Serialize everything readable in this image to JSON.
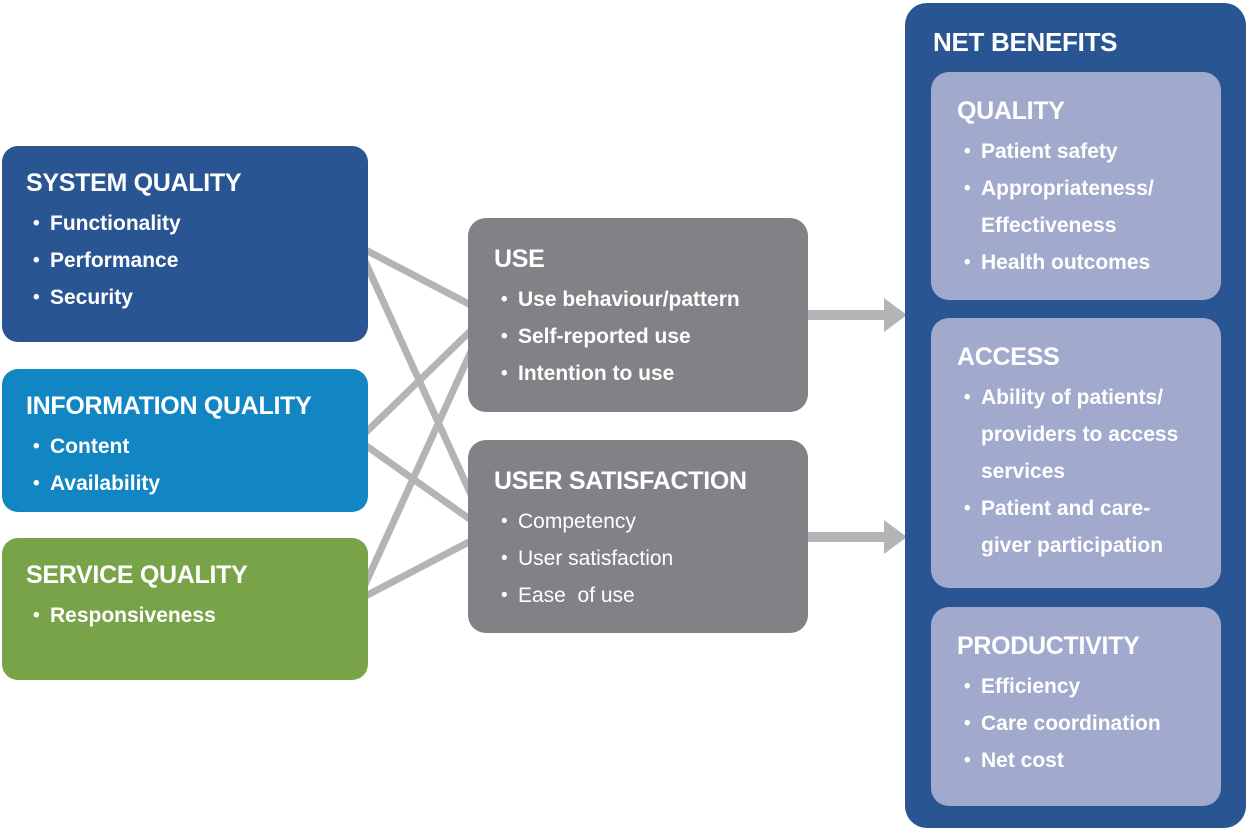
{
  "colors": {
    "dark_blue": "#2a5593",
    "light_blue": "#1186c3",
    "green": "#79a348",
    "box_gray": "#818285",
    "lavender": "#a1aacd",
    "connector_gray": "#b3b4b6",
    "text": "#ffffff",
    "background": "#ffffff"
  },
  "left_boxes": [
    {
      "title": "SYSTEM QUALITY",
      "items": [
        "Functionality",
        "Performance",
        "Security"
      ]
    },
    {
      "title": "INFORMATION QUALITY",
      "items": [
        "Content",
        "Availability"
      ]
    },
    {
      "title": "SERVICE QUALITY",
      "items": [
        "Responsiveness"
      ]
    }
  ],
  "middle_boxes": [
    {
      "title": "USE",
      "items": [
        "Use behaviour/pattern",
        "Self-reported use",
        "Intention to use"
      ]
    },
    {
      "title": "USER SATISFACTION",
      "items": [
        "Competency",
        "User satisfaction",
        "Ease  of use"
      ]
    }
  ],
  "right_panel": {
    "title": "NET BENEFITS",
    "boxes": [
      {
        "title": "QUALITY",
        "items": [
          "Patient safety",
          "Appropriateness/ Effectiveness",
          "Health outcomes"
        ]
      },
      {
        "title": "ACCESS",
        "items": [
          "Ability of patients/ providers to access services",
          "Patient and care- giver participation"
        ]
      },
      {
        "title": "PRODUCTIVITY",
        "items": [
          "Efficiency",
          "Care coordination",
          "Net cost"
        ]
      }
    ]
  }
}
